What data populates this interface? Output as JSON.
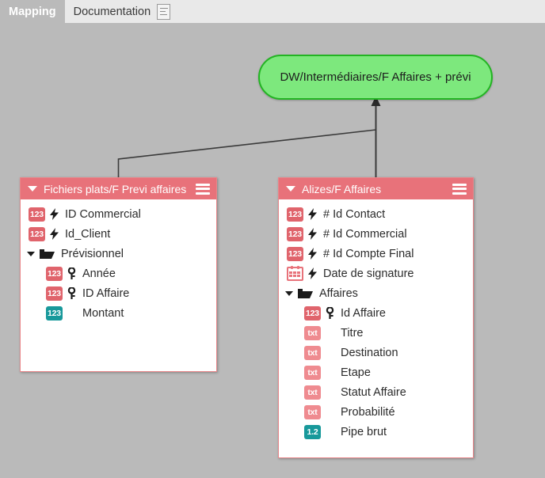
{
  "window": {
    "background_color": "#bababa",
    "tabbar_color": "#e9e9e9"
  },
  "tabs": [
    {
      "label": "Mapping",
      "active": true,
      "icon": null
    },
    {
      "label": "Documentation",
      "active": false,
      "icon": "document-icon"
    }
  ],
  "colors": {
    "accent_pink": "#e8727a",
    "badge_number": "#e0646c",
    "badge_text": "#ef8b90",
    "badge_teal": "#18999b",
    "target_fill": "#7de87d",
    "target_border": "#23b423",
    "edge": "#3a3a3a"
  },
  "target_node": {
    "label": "DW/Intermédiaires/F Affaires + prévi",
    "shape": "rounded-rectangle"
  },
  "panels": [
    {
      "id": "fichiers-plats",
      "title": "Fichiers plats/F Previ affaires",
      "caret": "collapse-caret-icon",
      "menu": "hamburger-menu-icon",
      "fields": [
        {
          "badge": "123",
          "badge_type": "number",
          "modifier": "lightning-icon",
          "label": "ID Commercial",
          "indent": 0
        },
        {
          "badge": "123",
          "badge_type": "number",
          "modifier": "lightning-icon",
          "label": "Id_Client",
          "indent": 0
        },
        {
          "badge": null,
          "badge_type": "folder",
          "modifier": null,
          "label": "Prévisionnel",
          "indent": 0
        },
        {
          "badge": "123",
          "badge_type": "number",
          "modifier": "key-icon",
          "label": "Année",
          "indent": 1
        },
        {
          "badge": "123",
          "badge_type": "number",
          "modifier": "key-icon",
          "label": "ID Affaire",
          "indent": 1
        },
        {
          "badge": "123",
          "badge_type": "teal",
          "modifier": null,
          "label": "Montant",
          "indent": 1
        }
      ]
    },
    {
      "id": "alizes-f-affaires",
      "title": "Alizes/F Affaires",
      "caret": "collapse-caret-icon",
      "menu": "hamburger-menu-icon",
      "fields": [
        {
          "badge": "123",
          "badge_type": "number",
          "modifier": "lightning-icon",
          "label": "# Id Contact",
          "indent": 0
        },
        {
          "badge": "123",
          "badge_type": "number",
          "modifier": "lightning-icon",
          "label": "# Id Commercial",
          "indent": 0
        },
        {
          "badge": "123",
          "badge_type": "number",
          "modifier": "lightning-icon",
          "label": "# Id Compte Final",
          "indent": 0
        },
        {
          "badge": null,
          "badge_type": "calendar",
          "modifier": "lightning-icon",
          "label": "Date de signature",
          "indent": 0
        },
        {
          "badge": null,
          "badge_type": "folder",
          "modifier": null,
          "label": "Affaires",
          "indent": 0
        },
        {
          "badge": "123",
          "badge_type": "number",
          "modifier": "key-icon",
          "label": "Id Affaire",
          "indent": 1
        },
        {
          "badge": "txt",
          "badge_type": "text",
          "modifier": null,
          "label": "Titre",
          "indent": 1
        },
        {
          "badge": "txt",
          "badge_type": "text",
          "modifier": null,
          "label": "Destination",
          "indent": 1
        },
        {
          "badge": "txt",
          "badge_type": "text",
          "modifier": null,
          "label": "Etape",
          "indent": 1
        },
        {
          "badge": "txt",
          "badge_type": "text",
          "modifier": null,
          "label": "Statut Affaire",
          "indent": 1
        },
        {
          "badge": "txt",
          "badge_type": "text",
          "modifier": null,
          "label": "Probabilité",
          "indent": 1
        },
        {
          "badge": "1.2",
          "badge_type": "teal",
          "modifier": null,
          "label": "Pipe brut",
          "indent": 1
        }
      ]
    }
  ],
  "edges": [
    {
      "from": "alizes-f-affaires",
      "to": "target_node",
      "arrow": true
    },
    {
      "from": "fichiers-plats",
      "to": "target_node",
      "arrow": false
    }
  ]
}
